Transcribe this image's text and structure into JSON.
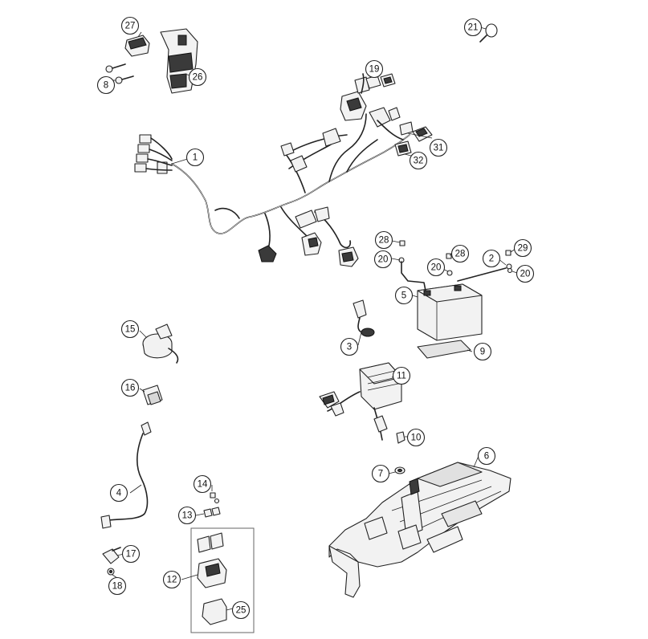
{
  "callouts": [
    {
      "id": "c27",
      "label": "27"
    },
    {
      "id": "c8",
      "label": "8"
    },
    {
      "id": "c26",
      "label": "26"
    },
    {
      "id": "c21",
      "label": "21"
    },
    {
      "id": "c19",
      "label": "19"
    },
    {
      "id": "c31",
      "label": "31"
    },
    {
      "id": "c32",
      "label": "32"
    },
    {
      "id": "c1",
      "label": "1"
    },
    {
      "id": "c28a",
      "label": "28"
    },
    {
      "id": "c20a",
      "label": "20"
    },
    {
      "id": "c28b",
      "label": "28"
    },
    {
      "id": "c20b",
      "label": "20"
    },
    {
      "id": "c2",
      "label": "2"
    },
    {
      "id": "c29",
      "label": "29"
    },
    {
      "id": "c20c",
      "label": "20"
    },
    {
      "id": "c5",
      "label": "5"
    },
    {
      "id": "c3",
      "label": "3"
    },
    {
      "id": "c9",
      "label": "9"
    },
    {
      "id": "c15",
      "label": "15"
    },
    {
      "id": "c16",
      "label": "16"
    },
    {
      "id": "c11",
      "label": "11"
    },
    {
      "id": "c10",
      "label": "10"
    },
    {
      "id": "c6",
      "label": "6"
    },
    {
      "id": "c7",
      "label": "7"
    },
    {
      "id": "c4",
      "label": "4"
    },
    {
      "id": "c14",
      "label": "14"
    },
    {
      "id": "c13",
      "label": "13"
    },
    {
      "id": "c17",
      "label": "17"
    },
    {
      "id": "c12",
      "label": "12"
    },
    {
      "id": "c18",
      "label": "18"
    },
    {
      "id": "c25",
      "label": "25"
    }
  ]
}
